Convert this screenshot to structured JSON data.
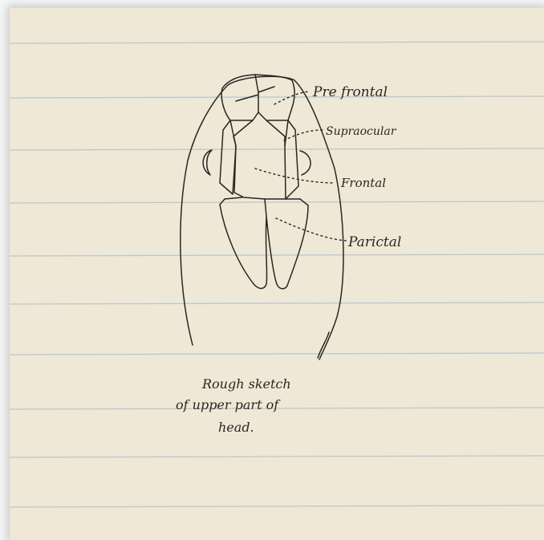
{
  "paper": {
    "color": "#efe8d6",
    "rule_color": "#b9c7cc",
    "ink_color": "#2a2622"
  },
  "labels": {
    "prefrontal": "Pre frontal",
    "supraocular": "Supraocular",
    "frontal": "Frontal",
    "parietal": "Parictal"
  },
  "caption": {
    "line1": "Rough sketch",
    "line2": "of upper part of",
    "line3": "head."
  }
}
